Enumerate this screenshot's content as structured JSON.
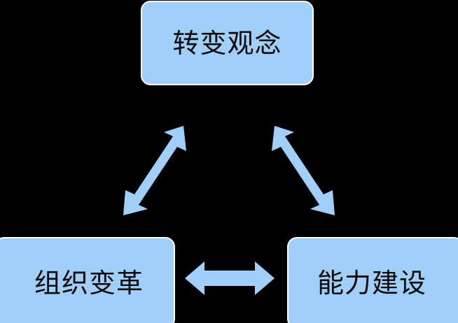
{
  "diagram": {
    "type": "triangle-relationship",
    "background_color": "#000000",
    "node_fill_color": "#a0cffa",
    "node_border_color": "#ffffff",
    "arrow_color": "#a0cffa",
    "text_color": "#0a0a0a",
    "nodes": [
      {
        "id": "top",
        "label": "转变观念",
        "position": "top-center"
      },
      {
        "id": "bottom-left",
        "label": "组织变革",
        "position": "bottom-left"
      },
      {
        "id": "bottom-right",
        "label": "能力建设",
        "position": "bottom-right"
      }
    ],
    "connectors": [
      {
        "id": "left-diagonal",
        "from": "bottom-left",
        "to": "top",
        "style": "double-headed-arrow",
        "orientation": "diagonal-up-right"
      },
      {
        "id": "right-diagonal",
        "from": "top",
        "to": "bottom-right",
        "style": "double-headed-arrow",
        "orientation": "diagonal-down-right"
      },
      {
        "id": "bottom-horizontal",
        "from": "bottom-left",
        "to": "bottom-right",
        "style": "double-headed-arrow",
        "orientation": "horizontal"
      }
    ]
  }
}
